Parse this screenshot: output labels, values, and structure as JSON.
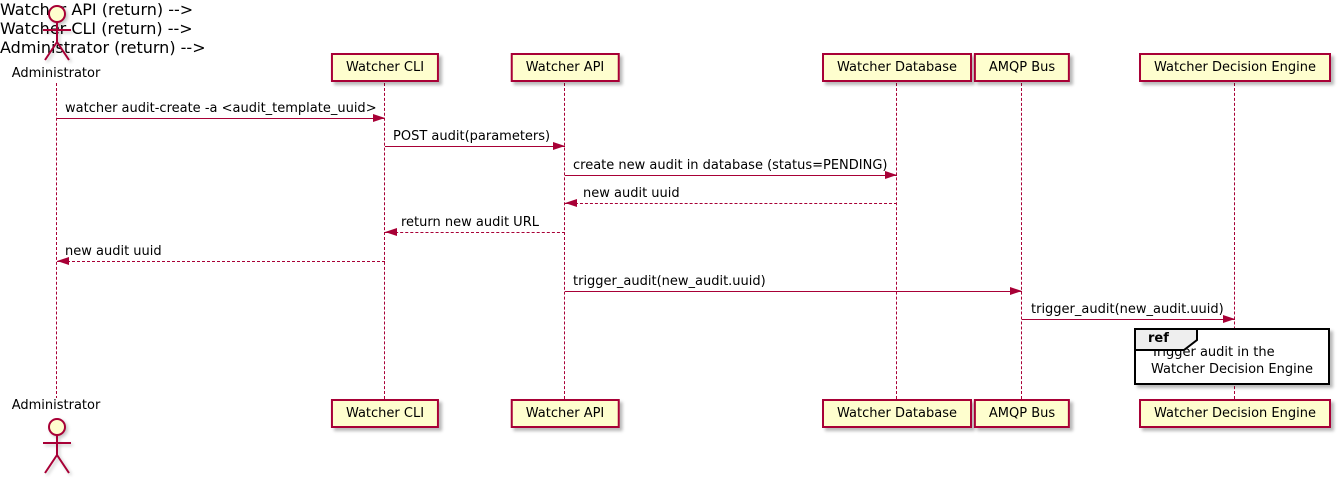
{
  "diagram": {
    "type": "sequence",
    "colors": {
      "stroke": "#A80036",
      "participant_fill": "#FEFECE",
      "text": "#000000",
      "ref_fill": "#FFFFFF",
      "ref_border": "#000000",
      "ref_tag_fill": "#EEEEEE"
    },
    "actor": {
      "name": "Administrator"
    },
    "participants": [
      {
        "name": "Watcher CLI"
      },
      {
        "name": "Watcher API"
      },
      {
        "name": "Watcher Database"
      },
      {
        "name": "AMQP Bus"
      },
      {
        "name": "Watcher Decision Engine"
      }
    ],
    "messages": [
      {
        "from": "Administrator",
        "to": "Watcher CLI",
        "label": "watcher audit-create -a <audit_template_uuid>",
        "style": "solid"
      },
      {
        "from": "Watcher CLI",
        "to": "Watcher API",
        "label": "POST audit(parameters)",
        "style": "solid"
      },
      {
        "from": "Watcher API",
        "to": "Watcher Database",
        "label": "create new audit in database (status=PENDING)",
        "style": "solid"
      },
      {
        "from": "Watcher Database",
        "to": "Watcher API",
        "label": "new audit uuid",
        "style": "dashed"
      },
      {
        "from": "Watcher API",
        "to": "Watcher CLI",
        "label": "return new audit URL",
        "style": "dashed"
      },
      {
        "from": "Watcher CLI",
        "to": "Administrator",
        "label": "new audit uuid",
        "style": "dashed"
      },
      {
        "from": "Watcher API",
        "to": "AMQP Bus",
        "label": "trigger_audit(new_audit.uuid)",
        "style": "solid"
      },
      {
        "from": "AMQP Bus",
        "to": "Watcher Decision Engine",
        "label": "trigger_audit(new_audit.uuid)",
        "style": "solid"
      }
    ],
    "ref": {
      "tag": "ref",
      "lines": [
        "Trigger audit in the",
        "Watcher Decision Engine"
      ]
    }
  }
}
